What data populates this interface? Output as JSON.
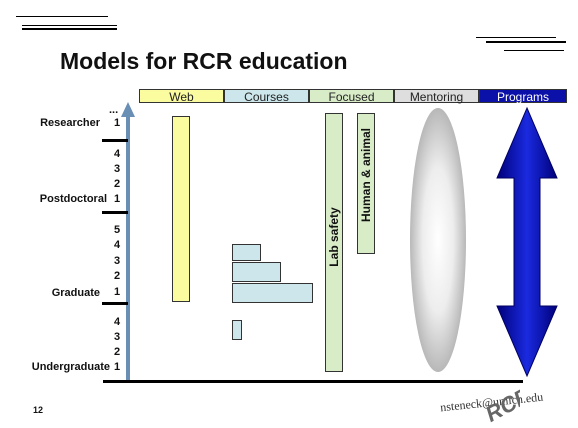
{
  "title": "Models for RCR education",
  "columns": [
    {
      "label": "Web",
      "color": "#fbfba0"
    },
    {
      "label": "Courses",
      "color": "#cce6ec"
    },
    {
      "label": "Focused",
      "color": "#d8ecc8"
    },
    {
      "label": "Mentoring",
      "color": "#dedede"
    },
    {
      "label": "Programs",
      "color": "#0a10a8"
    }
  ],
  "levels": [
    {
      "label": "Researcher",
      "numbers": [
        "...",
        "1"
      ]
    },
    {
      "label": "Postdoctoral",
      "numbers": [
        "4",
        "3",
        "2",
        "1"
      ]
    },
    {
      "label": "Graduate",
      "numbers": [
        "5",
        "4",
        "3",
        "2",
        "1"
      ]
    },
    {
      "label": "Undergraduate",
      "numbers": [
        "4",
        "3",
        "2",
        "1"
      ]
    }
  ],
  "focused_labels": {
    "lab_safety": "Lab safety",
    "human_animal": "Human & animal"
  },
  "slide_number": "12",
  "email": "nsteneck@umich.edu",
  "logo_text": "RCR"
}
